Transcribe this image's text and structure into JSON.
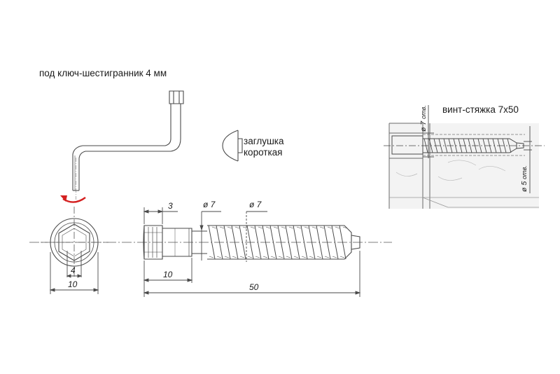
{
  "labels": {
    "hex_key": "под ключ-шестигранник 4 мм",
    "cap": "заглушка\nкороткая",
    "screw_title": "винт-стяжка 7x50"
  },
  "dimensions": {
    "hex_inner": "4",
    "hex_outer": "10",
    "head_depth": "3",
    "head_length": "10",
    "total_length": "50",
    "dia_shank": "ø 7",
    "dia_thread": "ø 7",
    "inset_hole_top": "ø 7",
    "inset_hole_top_note": "отв.",
    "inset_hole_bottom": "ø 5",
    "inset_hole_bottom_note": "отв."
  },
  "colors": {
    "line": "#3a3a3a",
    "rotation_arrow": "#d42020",
    "inset_fill": "#f2f2f2"
  },
  "icons": {
    "rotation": "curved-arrow-icon"
  }
}
